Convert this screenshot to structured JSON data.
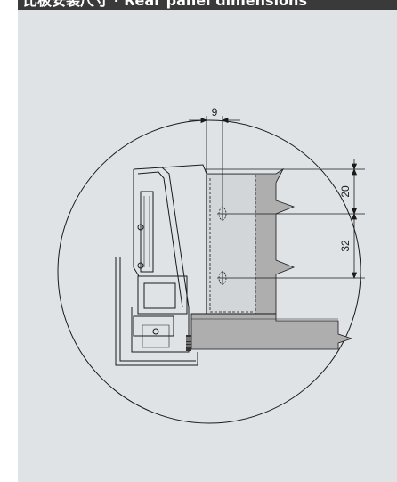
{
  "header": {
    "title": "⽐板安装尺寸 · Rear panel dimensions"
  },
  "colors": {
    "title_bar": "#3a3a3a",
    "panel_background": "#dfe3e6",
    "panel_gray": "#aeaeae",
    "line": "#1a1a1a"
  },
  "dimensions": {
    "offset": "9",
    "top_to_first_hole": "20",
    "hole_spacing": "32"
  }
}
